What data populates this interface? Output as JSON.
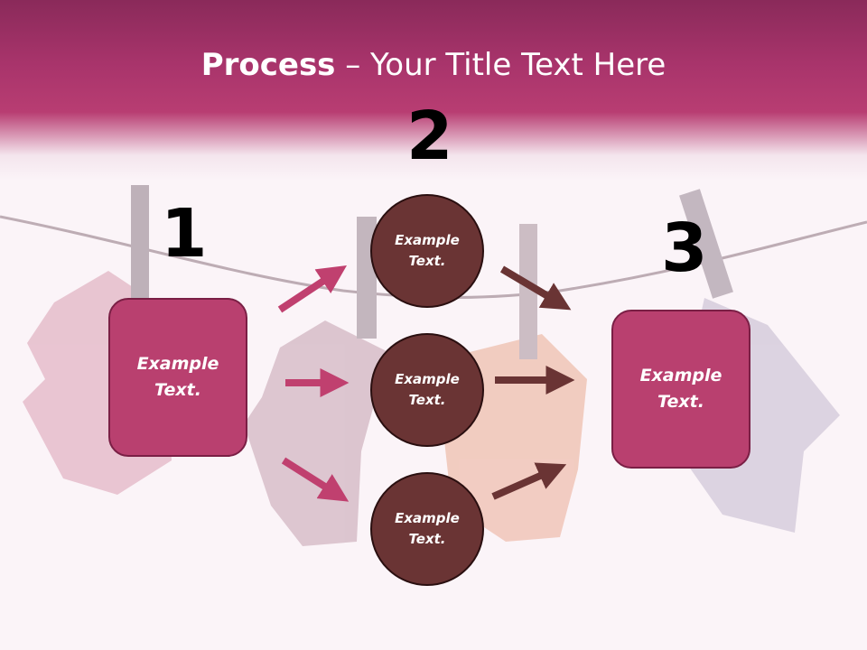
{
  "title": {
    "bold": "Process",
    "rest": " – Your Title Text Here"
  },
  "steps": [
    {
      "number": "1",
      "text": "Example Text."
    },
    {
      "number": "2"
    },
    {
      "number": "3",
      "text": "Example Text."
    }
  ],
  "circles": [
    {
      "text": "Example Text."
    },
    {
      "text": "Example Text."
    },
    {
      "text": "Example Text."
    }
  ],
  "colors": {
    "header": "#b83d72",
    "box_fill": "#b9406f",
    "circle_fill": "#6a3434",
    "arrow_pink": "#c0406f",
    "arrow_brown": "#6a3434"
  }
}
